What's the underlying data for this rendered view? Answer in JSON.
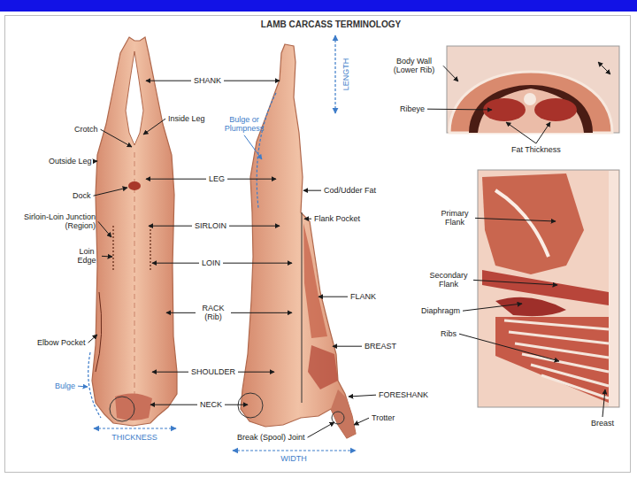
{
  "diagram": {
    "title": "LAMB CARCASS TERMINOLOGY",
    "labels": [
      "SHANK",
      "LENGTH",
      "Crotch",
      "Inside Leg",
      "Bulge or Plumpness",
      "Outside Leg",
      "LEG",
      "Cod/Udder Fat",
      "Dock",
      "Sirloin-Loin Junction (Region)",
      "SIRLOIN",
      "Flank Pocket",
      "Loin Edge",
      "LOIN",
      "FLANK",
      "RACK (Rib)",
      "Elbow Pocket",
      "BREAST",
      "Bulge",
      "SHOULDER",
      "FORESHANK",
      "NECK",
      "Trotter",
      "Break (Spool) Joint",
      "THICKNESS",
      "WIDTH",
      "Body Wall (Lower Rib)",
      "Ribeye",
      "Fat Thickness",
      "Primary Flank",
      "Secondary Flank",
      "Diaphragm",
      "Ribs",
      "Breast"
    ]
  }
}
